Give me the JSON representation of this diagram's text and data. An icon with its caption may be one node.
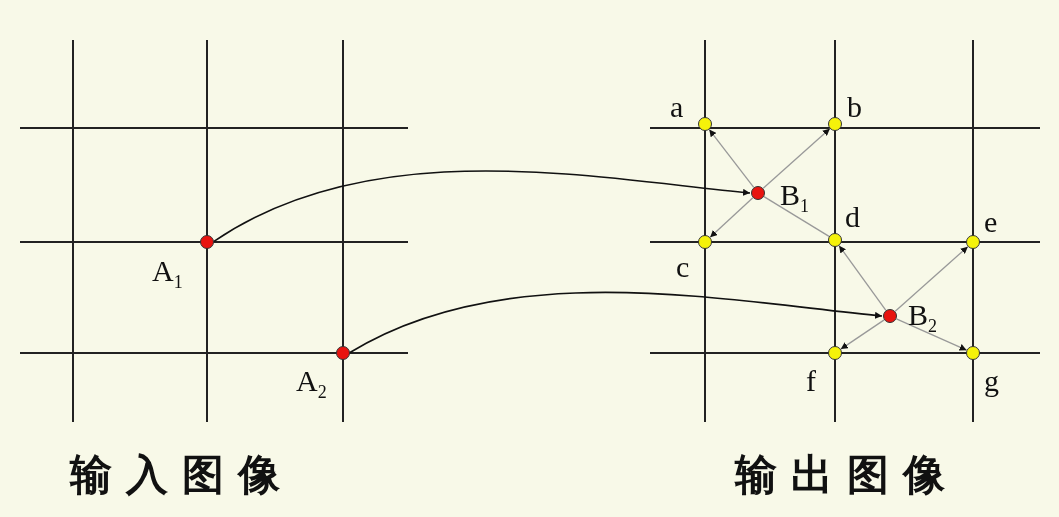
{
  "diagram": {
    "nodes": [
      {
        "text": [],
        "shape": "circle",
        "beside": [
          "A$_{1}$"
        ]
      },
      {
        "text": [],
        "shape": "circle",
        "beside": [
          "A$_{2}$"
        ]
      },
      {
        "text": [],
        "shape": "circle",
        "beside": [
          "a"
        ]
      },
      {
        "text": [],
        "shape": "circle",
        "beside": [
          "b"
        ]
      },
      {
        "text": [],
        "shape": "circle",
        "beside": [
          "B$_{1}$"
        ]
      },
      {
        "text": [],
        "shape": "circle",
        "beside": [
          "c"
        ]
      },
      {
        "text": [],
        "shape": "circle",
        "beside": [
          "d"
        ]
      },
      {
        "text": [],
        "shape": "circle",
        "beside": [
          "e"
        ]
      },
      {
        "text": [],
        "shape": "circle",
        "beside": [
          "B$_{2}$"
        ]
      },
      {
        "text": [],
        "shape": "circle",
        "beside": [
          "f"
        ]
      },
      {
        "text": [],
        "shape": "circle",
        "beside": [
          "g"
        ]
      }
    ],
    "edges": [
      {
        "from": 0,
        "to": 4,
        "arrow": "to",
        "color": "#111111"
      },
      {
        "from": 1,
        "to": 8,
        "arrow": "to",
        "color": "#111111"
      },
      {
        "from": 4,
        "to": 2,
        "arrow": "to"
      },
      {
        "from": 4,
        "to": 3,
        "arrow": "to"
      },
      {
        "from": 4,
        "to": 5,
        "arrow": "to"
      },
      {
        "from": 4,
        "to": 6,
        "arrow": "none"
      },
      {
        "from": 8,
        "to": 6,
        "arrow": "to"
      },
      {
        "from": 8,
        "to": 7,
        "arrow": "to"
      },
      {
        "from": 8,
        "to": 9,
        "arrow": "to"
      },
      {
        "from": 8,
        "to": 10,
        "arrow": "to"
      }
    ],
    "labels": [
      "输入图像",
      "输出图像"
    ]
  }
}
